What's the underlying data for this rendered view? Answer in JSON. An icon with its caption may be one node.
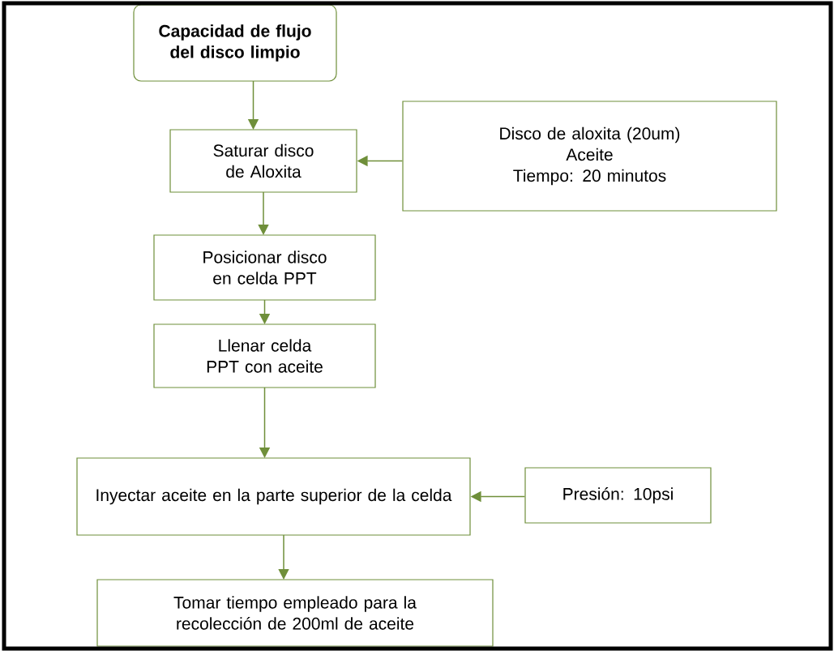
{
  "diagram": {
    "nodes": [
      {
        "text": [
          "Capacidad de flujo del disco limpio"
        ]
      },
      {
        "text": [
          "Saturar disco de Aloxita"
        ]
      },
      {
        "text": [
          "Disco de aloxita (20um)",
          "Aceite",
          "Tiempo: 20 minutos"
        ]
      },
      {
        "text": [
          "Posicionar disco en celda PPT"
        ]
      },
      {
        "text": [
          "Llenar celda PPT con aceite"
        ]
      },
      {
        "text": [
          "Inyectar aceite en la parte superior de la celda"
        ]
      },
      {
        "text": [
          "Presión: 10psi"
        ]
      },
      {
        "text": [
          "Tomar tiempo empleado para la recolección de 200ml de aceite"
        ]
      }
    ],
    "edges": [
      {
        "from": 0,
        "to": 1,
        "arrow": "to"
      },
      {
        "from": 2,
        "to": 1,
        "arrow": "to"
      },
      {
        "from": 1,
        "to": 3,
        "arrow": "to"
      },
      {
        "from": 3,
        "to": 4,
        "arrow": "to"
      },
      {
        "from": 4,
        "to": 5,
        "arrow": "to"
      },
      {
        "from": 6,
        "to": 5,
        "arrow": "to"
      },
      {
        "from": 5,
        "to": 7,
        "arrow": "to"
      }
    ]
  }
}
